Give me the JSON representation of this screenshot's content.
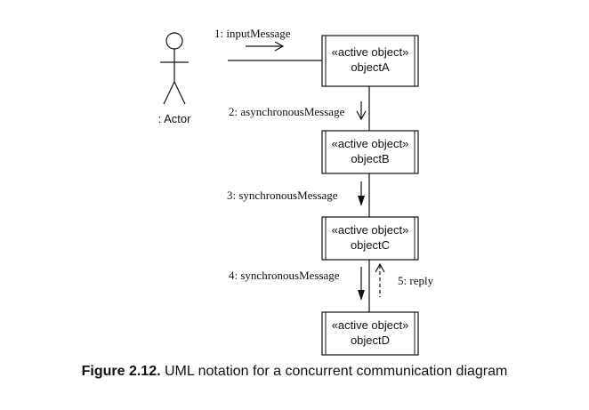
{
  "actor": {
    "label": ": Actor"
  },
  "objects": [
    {
      "stereotype": "«active object»",
      "name": "objectA"
    },
    {
      "stereotype": "«active object»",
      "name": "objectB"
    },
    {
      "stereotype": "«active object»",
      "name": "objectC"
    },
    {
      "stereotype": "«active object»",
      "name": "objectD"
    }
  ],
  "messages": [
    {
      "label": "1: inputMessage"
    },
    {
      "label": "2: asynchronousMessage"
    },
    {
      "label": "3: synchronousMessage"
    },
    {
      "label": "4: synchronousMessage"
    },
    {
      "label": "5: reply"
    }
  ],
  "caption": {
    "figure_label": "Figure 2.12.",
    "text": " UML notation for a concurrent communication diagram"
  }
}
